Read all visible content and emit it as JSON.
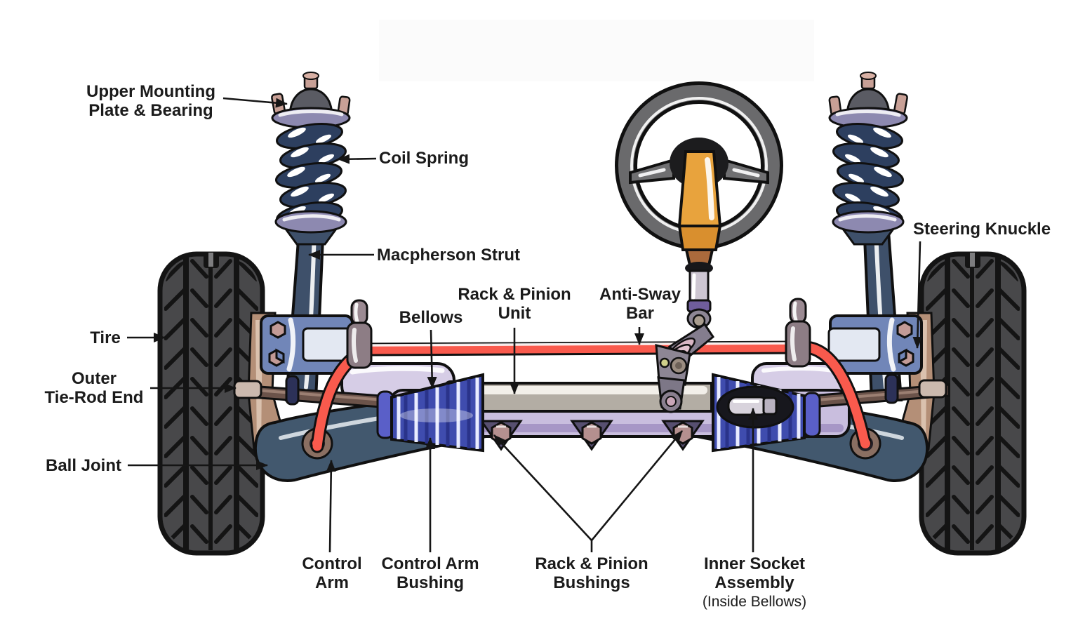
{
  "diagram_subject": "MacPherson strut front suspension and steering system",
  "labels": {
    "upper_mounting": {
      "l1": "Upper Mounting",
      "l2": "Plate & Bearing"
    },
    "coil_spring": {
      "l1": "Coil Spring"
    },
    "macpherson_strut": {
      "l1": "Macpherson Strut"
    },
    "steering_knuckle": {
      "l1": "Steering Knuckle"
    },
    "tire": {
      "l1": "Tire"
    },
    "outer_tie_rod": {
      "l1": "Outer",
      "l2": "Tie-Rod End"
    },
    "ball_joint": {
      "l1": "Ball Joint"
    },
    "bellows": {
      "l1": "Bellows"
    },
    "rack_pinion_unit": {
      "l1": "Rack & Pinion",
      "l2": "Unit"
    },
    "anti_sway_bar": {
      "l1": "Anti-Sway",
      "l2": "Bar"
    },
    "control_arm": {
      "l1": "Control",
      "l2": "Arm"
    },
    "control_arm_bushing": {
      "l1": "Control Arm",
      "l2": "Bushing"
    },
    "rack_pinion_bushings": {
      "l1": "Rack & Pinion",
      "l2": "Bushings"
    },
    "inner_socket": {
      "l1": "Inner Socket",
      "l2": "Assembly",
      "l3": "(Inside Bellows)"
    }
  },
  "palette": {
    "background": "#ffffff",
    "label_text": "#1b1b1b",
    "leader_line": "#151515",
    "tire_rubber": "#48484a",
    "tread_black": "#141414",
    "coil_spring_navy": "#2d3f5f",
    "strut_rod_orange": "#f2a43c",
    "strut_leg_slate": "#3e506a",
    "mount_plate_purple": "#8d89b0",
    "stud_pink": "#c8a096",
    "knuckle_bracket_blue": "#7186b8",
    "hub_tan": "#b48f77",
    "anti_sway_red": "#f95a4d",
    "rack_housing_lavender": "#c9bede",
    "rack_tube_gray": "#b3ada4",
    "bellows_blue": "#3f4cae",
    "tie_rod_brown": "#6b534a",
    "control_arm_slate": "#42586e",
    "bushing_bolt_pink": "#b5908f",
    "steering_wheel_gray": "#6a6a6c",
    "steering_column_orange": "#e8a33d"
  }
}
